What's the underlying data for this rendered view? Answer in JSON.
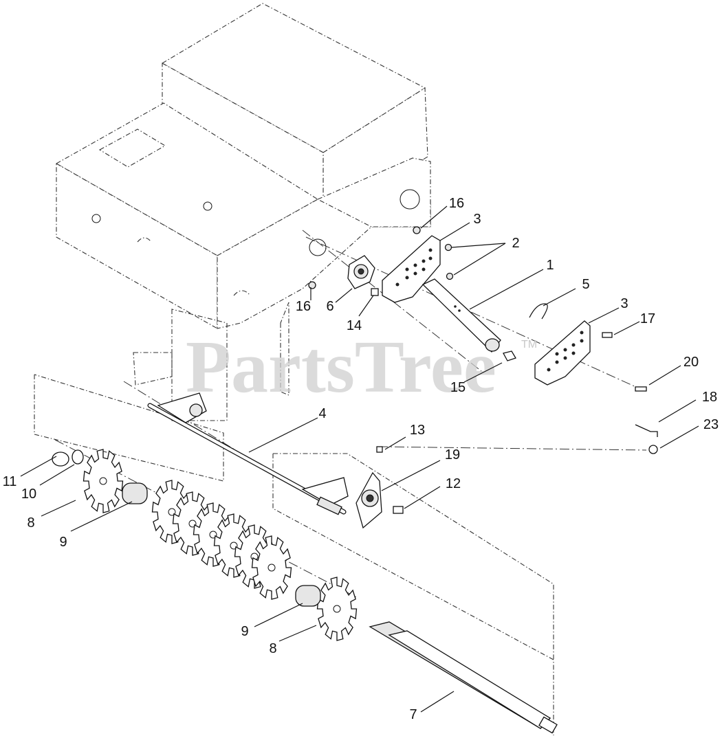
{
  "watermark": {
    "text": "PartsTree",
    "trademark": "TM"
  },
  "callouts": [
    {
      "id": "c1",
      "label": "1"
    },
    {
      "id": "c2",
      "label": "2"
    },
    {
      "id": "c3a",
      "label": "3"
    },
    {
      "id": "c3b",
      "label": "3"
    },
    {
      "id": "c4",
      "label": "4"
    },
    {
      "id": "c5",
      "label": "5"
    },
    {
      "id": "c6",
      "label": "6"
    },
    {
      "id": "c7",
      "label": "7"
    },
    {
      "id": "c8a",
      "label": "8"
    },
    {
      "id": "c8b",
      "label": "8"
    },
    {
      "id": "c9a",
      "label": "9"
    },
    {
      "id": "c9b",
      "label": "9"
    },
    {
      "id": "c10",
      "label": "10"
    },
    {
      "id": "c11",
      "label": "11"
    },
    {
      "id": "c12",
      "label": "12"
    },
    {
      "id": "c13",
      "label": "13"
    },
    {
      "id": "c14",
      "label": "14"
    },
    {
      "id": "c15",
      "label": "15"
    },
    {
      "id": "c16a",
      "label": "16"
    },
    {
      "id": "c16b",
      "label": "16"
    },
    {
      "id": "c17",
      "label": "17"
    },
    {
      "id": "c18",
      "label": "18"
    },
    {
      "id": "c19",
      "label": "19"
    },
    {
      "id": "c20",
      "label": "20"
    },
    {
      "id": "c23",
      "label": "23"
    }
  ]
}
